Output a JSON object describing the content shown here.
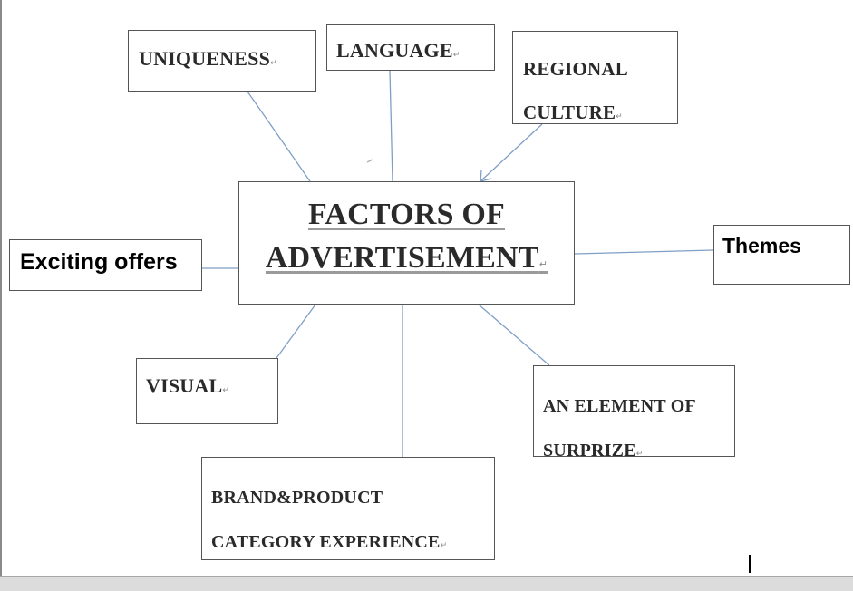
{
  "diagram": {
    "center": {
      "lines": [
        "FACTORS OF",
        "ADVERTISEMENT"
      ]
    },
    "nodes": {
      "uniqueness": {
        "lines": [
          "UNIQUENESS"
        ]
      },
      "language": {
        "lines": [
          "LANGUAGE"
        ]
      },
      "regional_culture": {
        "lines": [
          "REGIONAL",
          "CULTURE"
        ]
      },
      "exciting_offers": {
        "lines": [
          "Exciting offers"
        ]
      },
      "themes": {
        "lines": [
          "Themes"
        ]
      },
      "visual": {
        "lines": [
          "VISUAL"
        ]
      },
      "element_of_surprize": {
        "lines": [
          "AN ELEMENT OF",
          "SURPRIZE"
        ]
      },
      "brand_product": {
        "lines": [
          "BRAND&PRODUCT",
          "CATEGORY EXPERIENCE"
        ]
      }
    },
    "paragraph_mark": "↵",
    "colors": {
      "connector": "#7f9fc6",
      "box_border": "#555555",
      "serif_text": "#2a2a2a"
    }
  }
}
